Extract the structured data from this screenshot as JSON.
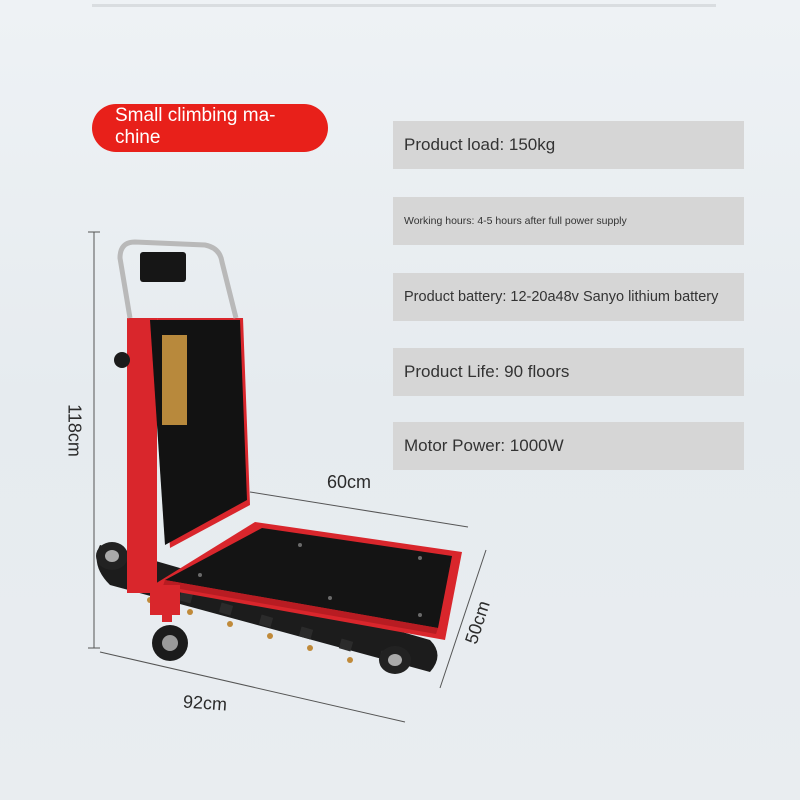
{
  "title": "Small climbing ma-\nchine",
  "title_line1": "Small climbing ma-",
  "title_line2": "chine",
  "specs": [
    {
      "text": "Product load: 150kg"
    },
    {
      "text": "Working hours: 4-5 hours after full power supply"
    },
    {
      "text": "Product battery: 12-20a48v Sanyo lithium battery"
    },
    {
      "text": "Product Life: 90 floors"
    },
    {
      "text": "Motor Power: 1000W"
    }
  ],
  "dimensions": {
    "height": "118cm",
    "depth_top": "60cm",
    "width_right": "50cm",
    "length_bottom": "92cm"
  },
  "colors": {
    "accent_red": "#e8201a",
    "spec_bg": "#d6d6d6",
    "frame_red": "#d9262c",
    "platform_black": "#141414"
  }
}
